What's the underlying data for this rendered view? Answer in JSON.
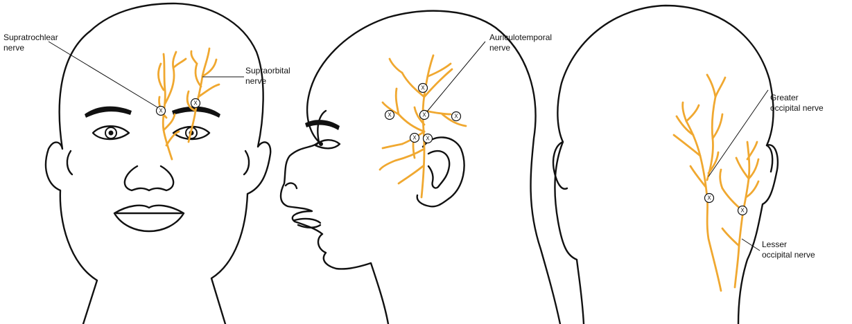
{
  "colors": {
    "nerve": "#f0a830",
    "outline": "#111111",
    "background": "#ffffff"
  },
  "marker_symbol": "X",
  "labels": {
    "supratrochlear": [
      "Supratrochlear",
      "nerve"
    ],
    "supraorbital": [
      "Supraorbital",
      "nerve"
    ],
    "auriculotemporal": [
      "Auriculotemporal",
      "nerve"
    ],
    "greater_occipital": [
      "Greater",
      "occipital nerve"
    ],
    "lesser_occipital": [
      "Lesser",
      "occipital nerve"
    ]
  }
}
